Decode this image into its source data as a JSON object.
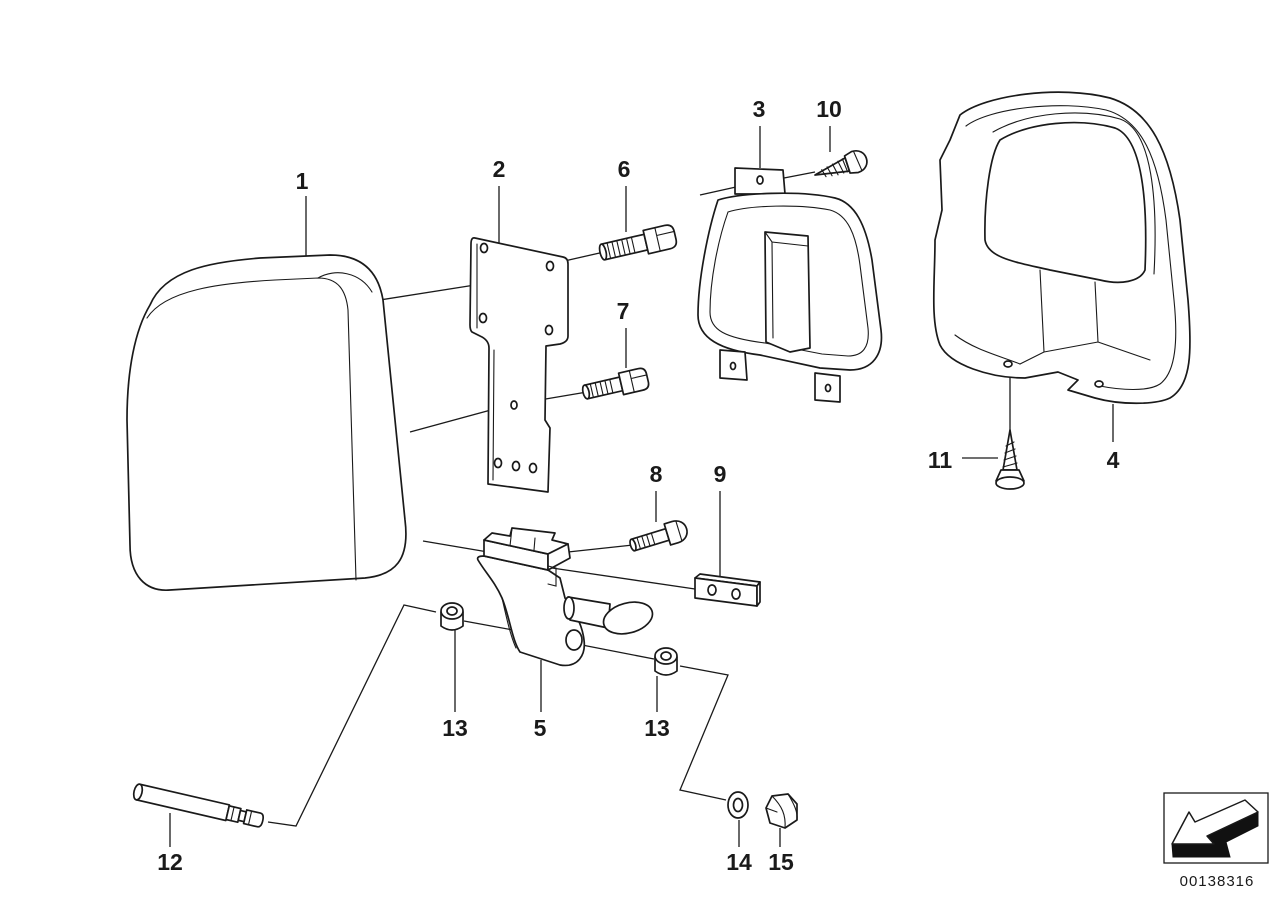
{
  "callouts": {
    "p1": "1",
    "p2": "2",
    "p3": "3",
    "p4": "4",
    "p5": "5",
    "p6": "6",
    "p7": "7",
    "p8": "8",
    "p9": "9",
    "p10": "10",
    "p11": "11",
    "p12": "12",
    "p13a": "13",
    "p13b": "13",
    "p14": "14",
    "p15": "15"
  },
  "image_number": "00138316",
  "icons": [
    "catalog-arrow-icon"
  ],
  "colors": {
    "line": "#1a1a1a",
    "background": "#ffffff"
  }
}
